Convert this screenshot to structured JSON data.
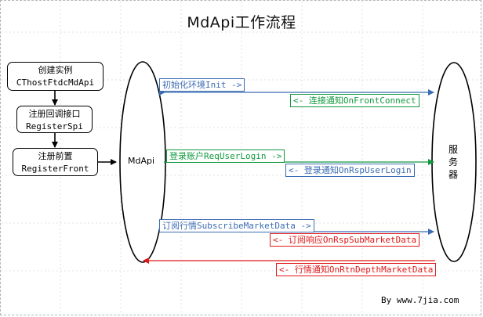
{
  "title": "MdApi工作流程",
  "steps": [
    {
      "line1": "创建实例",
      "line2": "CThostFtdcMdApi"
    },
    {
      "line1": "注册回调接口",
      "line2": "RegisterSpi"
    },
    {
      "line1": "注册前置",
      "line2": "RegisterFront"
    }
  ],
  "client_label": "MdApi",
  "server_label": "服\n务\n器",
  "messages": [
    {
      "text": "初始化环境Init ->",
      "color": "#3b6cb3",
      "direction": "to-server"
    },
    {
      "text": "<- 连接通知OnFrontConnect",
      "color": "#119a3e",
      "direction": "to-client"
    },
    {
      "text": "登录账户ReqUserLogin ->",
      "color": "#119a3e",
      "direction": "to-server"
    },
    {
      "text": "<- 登录通知OnRspUserLogin",
      "color": "#3b6cb3",
      "direction": "to-client"
    },
    {
      "text": "订阅行情SubscribeMarketData ->",
      "color": "#3b6cb3",
      "direction": "to-server"
    },
    {
      "text": "<- 订阅响应OnRspSubMarketData",
      "color": "#e01818",
      "direction": "to-client"
    },
    {
      "text": "<- 行情通知OnRtnDepthMarketData",
      "color": "#e01818",
      "direction": "to-client"
    }
  ],
  "credit": "By www.7jia.com"
}
